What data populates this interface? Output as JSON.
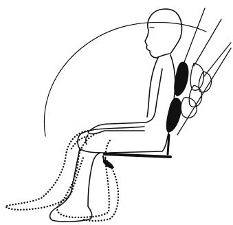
{
  "figure": {
    "subject": "seated-figure-reclining-backrest",
    "line_color": "#111111",
    "background": "#ffffff",
    "legend_positions": [
      "backrest-upright",
      "backrest-reclined-1",
      "backrest-reclined-2"
    ]
  }
}
